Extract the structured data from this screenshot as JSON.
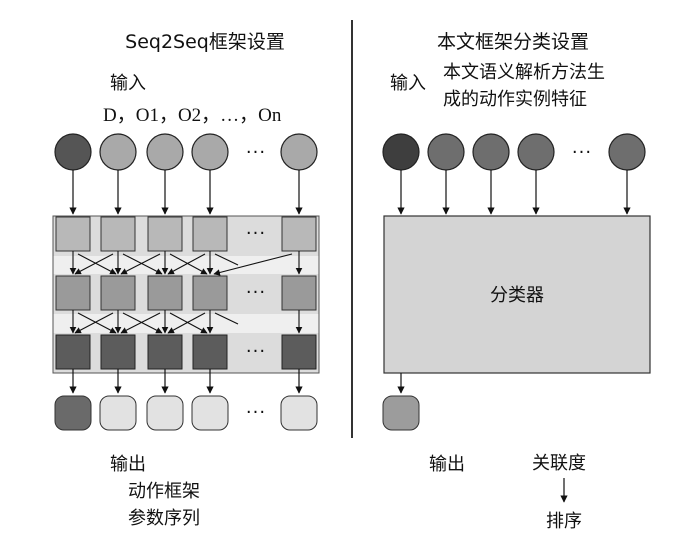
{
  "left": {
    "title": "Seq2Seq框架设置",
    "input_label": "输入",
    "input_sequence": "D，O1，O2，…，On",
    "ellipsis": "···",
    "output_line1": "输出",
    "output_line2": "动作框架",
    "output_line3": "参数序列"
  },
  "right": {
    "title": "本文框架分类设置",
    "input_label": "输入",
    "input_desc_line1": "本文语义解析方法生",
    "input_desc_line2": "成的动作实例特征",
    "ellipsis": "···",
    "classifier_label": "分类器",
    "output_label": "输出",
    "relevance_label": "关联度",
    "rank_label": "排序"
  },
  "colors": {
    "node_first": "#555555",
    "node_left_input": "#a9a9a9",
    "node_right_input": "#6e6e6e",
    "row1": "#b8b8b8",
    "row2": "#9a9a9a",
    "row3": "#5c5c5c",
    "output_first": "#6a6a6a",
    "output_rest": "#e2e2e2",
    "band": "#dcdcdc",
    "classifier": "#d4d4d4",
    "right_output": "#9c9c9c"
  }
}
